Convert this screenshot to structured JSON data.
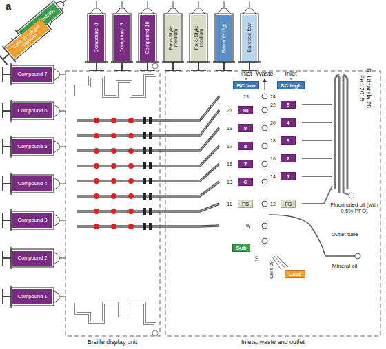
{
  "diagram": {
    "nodes": [
      {
        "text": [
          "Casp3 substrate"
        ]
      },
      {
        "text": [
          "Cells in culture medium"
        ]
      },
      {
        "text": [
          "Compound 8"
        ]
      },
      {
        "text": [
          "Compound 9"
        ]
      },
      {
        "text": [
          "Compound 10"
        ]
      },
      {
        "text": [
          "Free-Style medium"
        ]
      },
      {
        "text": [
          "Free-Style medium"
        ]
      },
      {
        "text": [
          "Barcode high"
        ]
      },
      {
        "text": [
          "Barcode low"
        ]
      },
      {
        "text": [
          "Compound 7"
        ]
      },
      {
        "text": [
          "Compound 6"
        ]
      },
      {
        "text": [
          "Compound 5"
        ]
      },
      {
        "text": [
          "Compound 4"
        ]
      },
      {
        "text": [
          "Compound 3"
        ]
      },
      {
        "text": [
          "Compound 2"
        ]
      },
      {
        "text": [
          "Compound 1"
        ]
      },
      {
        "text": [
          "BC low"
        ]
      },
      {
        "text": [
          "BC high"
        ]
      },
      {
        "text": [
          "10"
        ]
      },
      {
        "text": [
          "5"
        ]
      },
      {
        "text": [
          "9"
        ]
      },
      {
        "text": [
          "4"
        ]
      },
      {
        "text": [
          "8"
        ]
      },
      {
        "text": [
          "3"
        ]
      },
      {
        "text": [
          "7"
        ]
      },
      {
        "text": [
          "2"
        ]
      },
      {
        "text": [
          "6"
        ]
      },
      {
        "text": [
          "1"
        ]
      },
      {
        "text": [
          "FS"
        ]
      },
      {
        "text": [
          "FS"
        ]
      },
      {
        "text": [
          "Sub"
        ]
      },
      {
        "text": [
          "Cells"
        ]
      }
    ],
    "labels": [
      "a",
      "Waste",
      "Inlet",
      "Inlet",
      "R. Utharala 26 Feb 2015",
      "23",
      "24",
      "21",
      "22",
      "19",
      "20",
      "17",
      "18",
      "15",
      "16",
      "13",
      "14",
      "11",
      "12",
      "W",
      "10",
      "Cells 09",
      "Fluorinated oil (with 0.5% PFO)",
      "Outlet tube",
      "Mineral oil",
      "Braille display unit",
      "Inlets, waste and outlet"
    ]
  }
}
